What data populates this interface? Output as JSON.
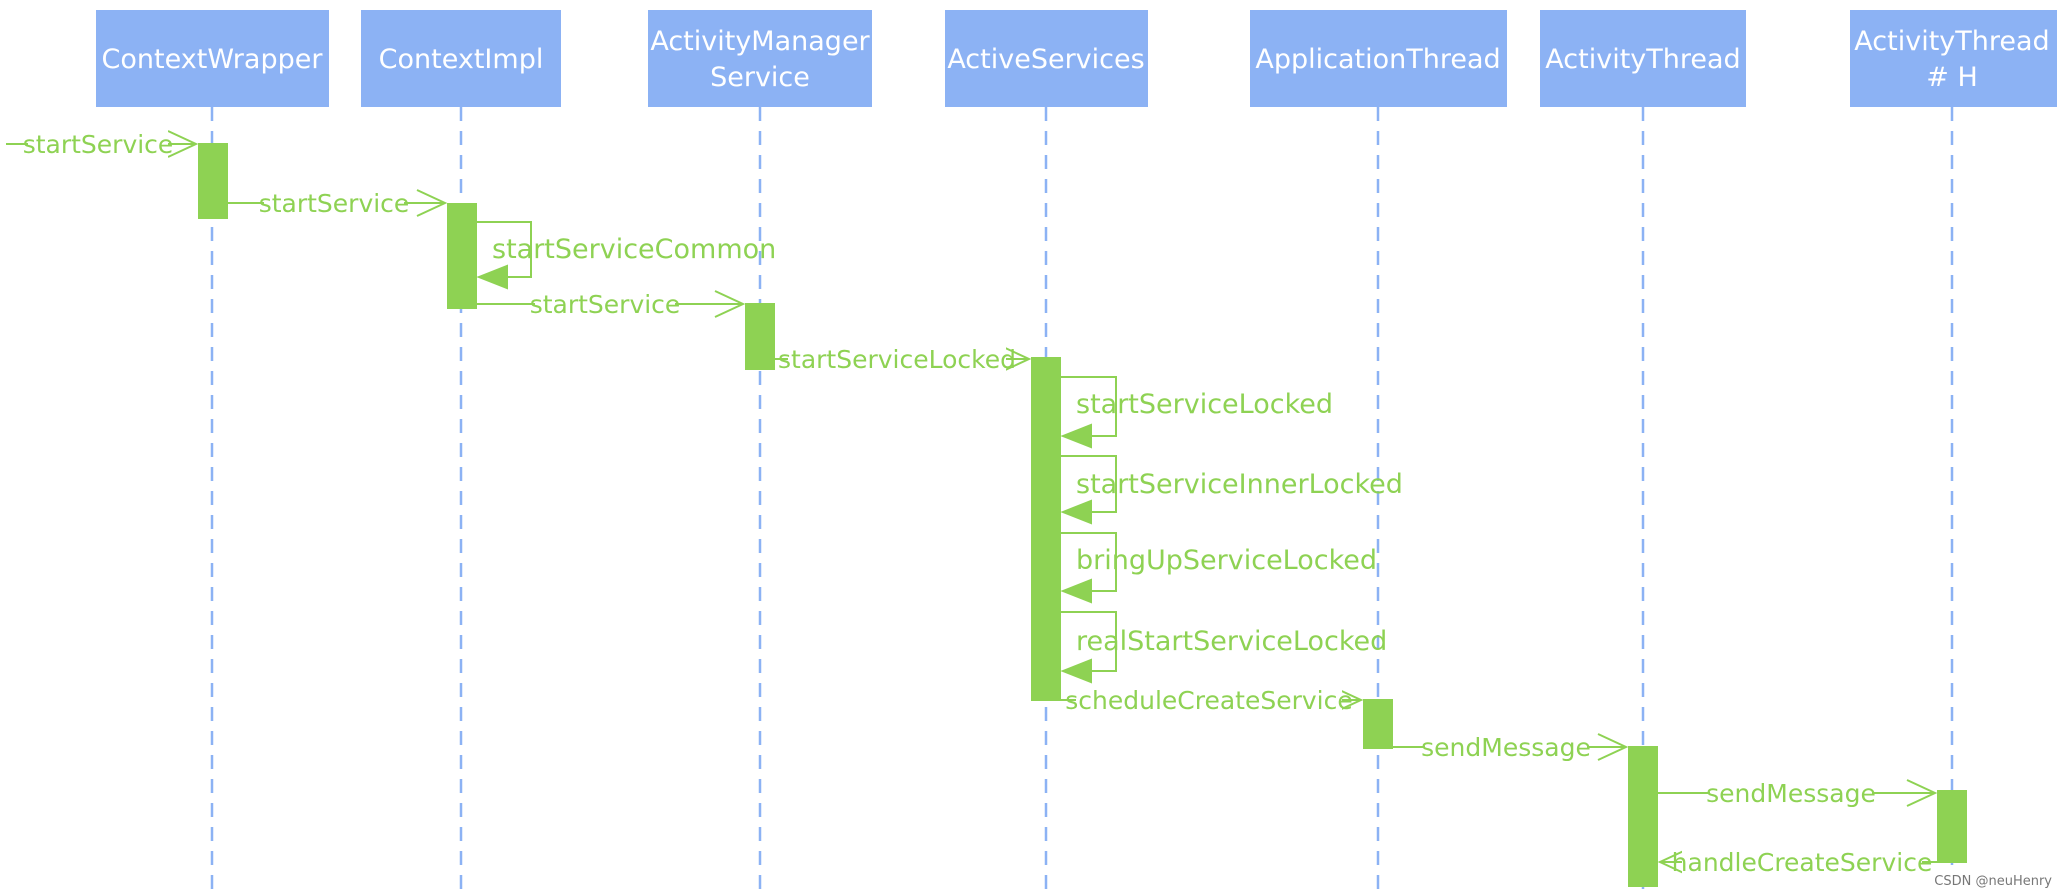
{
  "participants": [
    {
      "id": "cw",
      "lines": [
        "ContextWrapper"
      ]
    },
    {
      "id": "ci",
      "lines": [
        "ContextImpl"
      ]
    },
    {
      "id": "ams",
      "lines": [
        "ActivityManager",
        "Service"
      ]
    },
    {
      "id": "as",
      "lines": [
        "ActiveServices"
      ]
    },
    {
      "id": "apt",
      "lines": [
        "ApplicationThread"
      ]
    },
    {
      "id": "at",
      "lines": [
        "ActivityThread"
      ]
    },
    {
      "id": "ath",
      "lines": [
        "ActivityThread",
        "# H"
      ]
    }
  ],
  "messages": [
    {
      "kind": "call",
      "from": "external",
      "to": "cw",
      "label": "startService"
    },
    {
      "kind": "call",
      "from": "cw",
      "to": "ci",
      "label": "startService"
    },
    {
      "kind": "self",
      "on": "ci",
      "label": "startServiceCommon"
    },
    {
      "kind": "call",
      "from": "ci",
      "to": "ams",
      "label": "startService"
    },
    {
      "kind": "call",
      "from": "ams",
      "to": "as",
      "label": "startServiceLocked"
    },
    {
      "kind": "self",
      "on": "as",
      "label": "startServiceLocked"
    },
    {
      "kind": "self",
      "on": "as",
      "label": "startServiceInnerLocked"
    },
    {
      "kind": "self",
      "on": "as",
      "label": "bringUpServiceLocked"
    },
    {
      "kind": "self",
      "on": "as",
      "label": "realStartServiceLocked"
    },
    {
      "kind": "call",
      "from": "as",
      "to": "apt",
      "label": "scheduleCreateService"
    },
    {
      "kind": "call",
      "from": "apt",
      "to": "at",
      "label": "sendMessage"
    },
    {
      "kind": "call",
      "from": "at",
      "to": "ath",
      "label": "sendMessage"
    },
    {
      "kind": "call",
      "from": "ath",
      "to": "at",
      "label": "handleCreateService"
    }
  ],
  "watermark": "CSDN @neuHenry",
  "colors": {
    "participant": "#8cb2f4",
    "message": "#8ed253"
  }
}
